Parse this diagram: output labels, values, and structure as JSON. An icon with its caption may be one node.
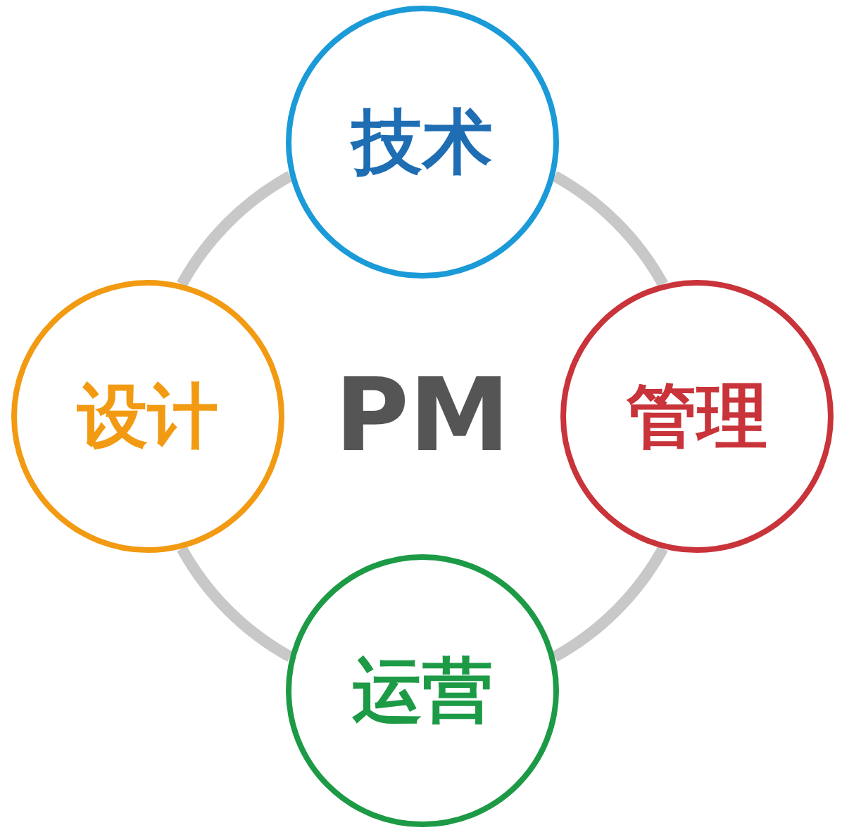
{
  "diagram": {
    "nodes": [
      {
        "text": [
          "技术"
        ]
      },
      {
        "text": [
          "设计"
        ]
      },
      {
        "text": [
          "管理"
        ]
      },
      {
        "text": [
          "运营"
        ]
      }
    ],
    "edges": [
      {
        "from": 0,
        "to": 2,
        "arrow": "none"
      },
      {
        "from": 2,
        "to": 3,
        "arrow": "none"
      },
      {
        "from": 3,
        "to": 1,
        "arrow": "none"
      },
      {
        "from": 1,
        "to": 0,
        "arrow": "none"
      }
    ],
    "labels": [
      "PM"
    ]
  }
}
